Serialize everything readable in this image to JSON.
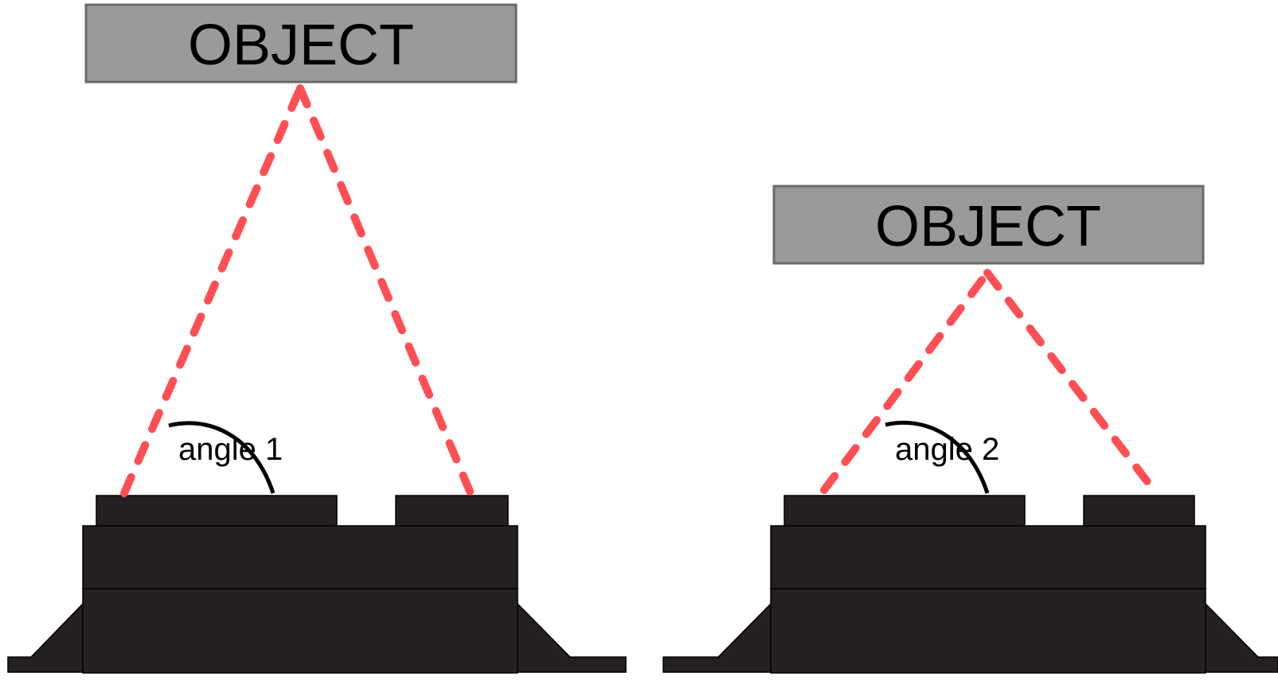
{
  "colors": {
    "object_fill": "#9a9a9a",
    "object_stroke": "#6a6a6a",
    "sensor_fill": "#241f20",
    "beam": "#ff4f55",
    "arc": "#000000"
  },
  "left": {
    "object_label": "OBJECT",
    "angle_label": "angle 1"
  },
  "right": {
    "object_label": "OBJECT",
    "angle_label": "angle 2"
  }
}
